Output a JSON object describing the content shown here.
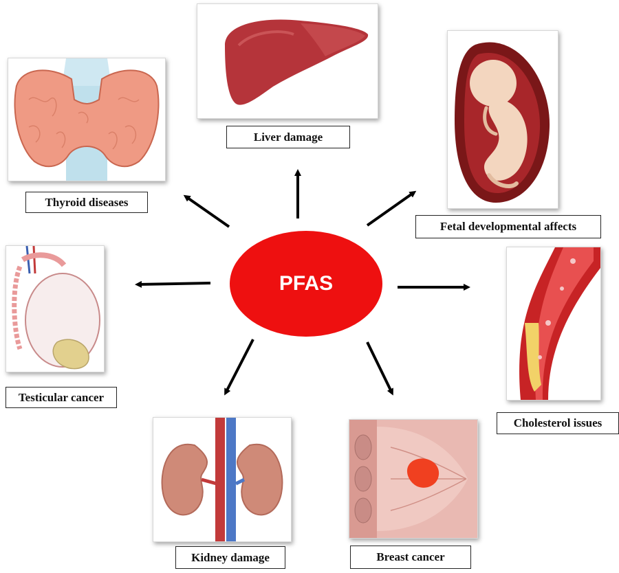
{
  "center": {
    "label": "PFAS",
    "color": "#ee1010"
  },
  "effects": {
    "thyroid": {
      "label": "Thyroid diseases",
      "icon": "thyroid-icon"
    },
    "liver": {
      "label": "Liver damage",
      "icon": "liver-icon"
    },
    "fetal": {
      "label": "Fetal developmental affects",
      "icon": "fetus-icon"
    },
    "testicular": {
      "label": "Testicular cancer",
      "icon": "testis-icon"
    },
    "cholesterol": {
      "label": "Cholesterol issues",
      "icon": "artery-plaque-icon"
    },
    "kidney": {
      "label": "Kidney damage",
      "icon": "kidneys-icon"
    },
    "breast": {
      "label": "Breast cancer",
      "icon": "breast-tumor-icon"
    }
  }
}
